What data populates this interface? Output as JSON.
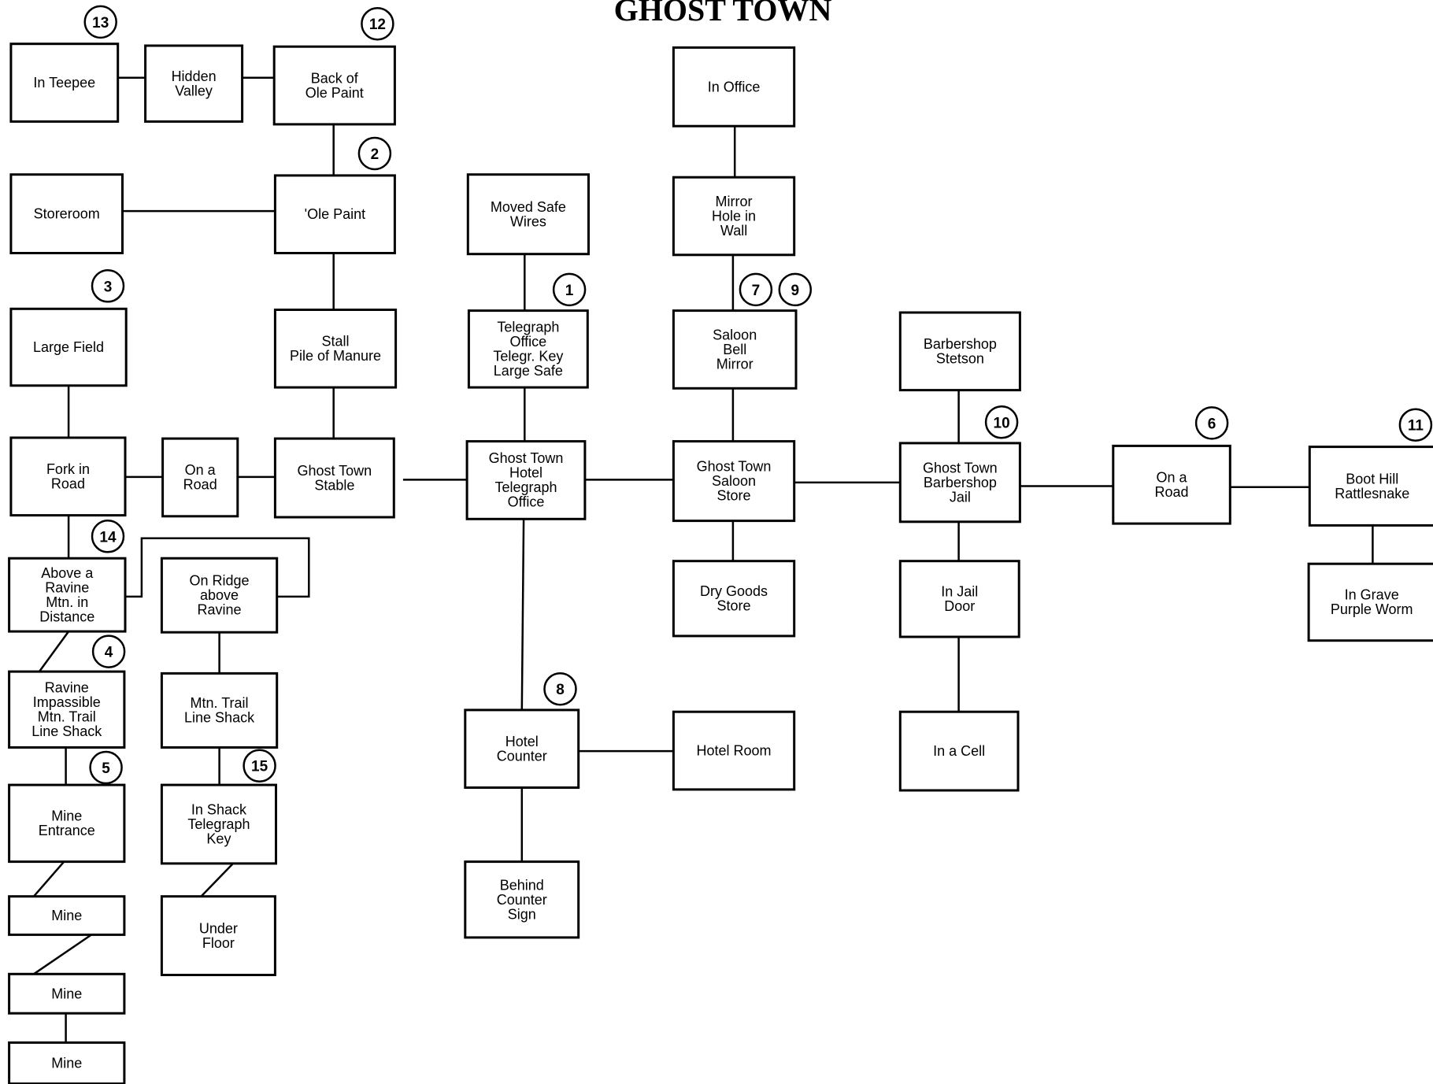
{
  "title": "GHOST TOWN",
  "rooms": [
    {
      "id": "in_teepee",
      "label": [
        "In Teepee"
      ]
    },
    {
      "id": "hidden_valley",
      "label": [
        "Hidden",
        "Valley"
      ]
    },
    {
      "id": "back_ole_paint",
      "label": [
        "Back of",
        "Ole Paint"
      ]
    },
    {
      "id": "storeroom",
      "label": [
        "Storeroom"
      ]
    },
    {
      "id": "ole_paint",
      "label": [
        "'Ole Paint"
      ]
    },
    {
      "id": "large_field",
      "label": [
        "Large Field"
      ]
    },
    {
      "id": "stall",
      "label": [
        "Stall",
        "Pile of Manure"
      ]
    },
    {
      "id": "fork_road",
      "label": [
        "Fork in",
        "Road"
      ]
    },
    {
      "id": "on_road_1",
      "label": [
        "On a",
        "Road"
      ]
    },
    {
      "id": "stable",
      "label": [
        "Ghost Town",
        "Stable"
      ]
    },
    {
      "id": "above_ravine",
      "label": [
        "Above a",
        "Ravine",
        "Mtn. in",
        "Distance"
      ]
    },
    {
      "id": "on_ridge",
      "label": [
        "On Ridge",
        "above",
        "Ravine"
      ]
    },
    {
      "id": "ravine",
      "label": [
        "Ravine",
        "Impassible",
        "Mtn. Trail",
        "Line Shack"
      ]
    },
    {
      "id": "mtn_trail",
      "label": [
        "Mtn. Trail",
        "Line Shack"
      ]
    },
    {
      "id": "mine_entrance",
      "label": [
        "Mine",
        "Entrance"
      ]
    },
    {
      "id": "in_shack",
      "label": [
        "In Shack",
        "Telegraph",
        "Key"
      ]
    },
    {
      "id": "mine_1",
      "label": [
        "Mine"
      ]
    },
    {
      "id": "under_floor",
      "label": [
        "Under",
        "Floor"
      ]
    },
    {
      "id": "mine_2",
      "label": [
        "Mine"
      ]
    },
    {
      "id": "mine_3",
      "label": [
        "Mine"
      ]
    },
    {
      "id": "moved_safe",
      "label": [
        "Moved Safe",
        "Wires"
      ]
    },
    {
      "id": "telegraph_office",
      "label": [
        "Telegraph",
        "Office",
        "Telegr. Key",
        "Large Safe"
      ]
    },
    {
      "id": "hotel",
      "label": [
        "Ghost Town",
        "Hotel",
        "Telegraph",
        "Office"
      ]
    },
    {
      "id": "hotel_counter",
      "label": [
        "Hotel",
        "Counter"
      ]
    },
    {
      "id": "behind_counter",
      "label": [
        "Behind",
        "Counter",
        "Sign"
      ]
    },
    {
      "id": "in_office",
      "label": [
        "In Office"
      ]
    },
    {
      "id": "mirror",
      "label": [
        "Mirror",
        "Hole in",
        "Wall"
      ]
    },
    {
      "id": "saloon",
      "label": [
        "Saloon",
        "Bell",
        "Mirror"
      ]
    },
    {
      "id": "saloon_store",
      "label": [
        "Ghost Town",
        "Saloon",
        "Store"
      ]
    },
    {
      "id": "dry_goods",
      "label": [
        "Dry Goods",
        "Store"
      ]
    },
    {
      "id": "hotel_room",
      "label": [
        "Hotel Room"
      ]
    },
    {
      "id": "barbershop",
      "label": [
        "Barbershop",
        "Stetson"
      ]
    },
    {
      "id": "barbershop_jail",
      "label": [
        "Ghost Town",
        "Barbershop",
        "Jail"
      ]
    },
    {
      "id": "in_jail",
      "label": [
        "In Jail",
        "Door"
      ]
    },
    {
      "id": "in_cell",
      "label": [
        "In a Cell"
      ]
    },
    {
      "id": "on_road_2",
      "label": [
        "On a",
        "Road"
      ]
    },
    {
      "id": "boot_hill",
      "label": [
        "Boot Hill",
        "Rattlesnake"
      ]
    },
    {
      "id": "in_grave",
      "label": [
        "In Grave",
        "Purple Worm"
      ]
    }
  ],
  "markers": [
    "13",
    "12",
    "2",
    "3",
    "14",
    "4",
    "5",
    "15",
    "1",
    "8",
    "7",
    "9",
    "10",
    "6",
    "11"
  ]
}
